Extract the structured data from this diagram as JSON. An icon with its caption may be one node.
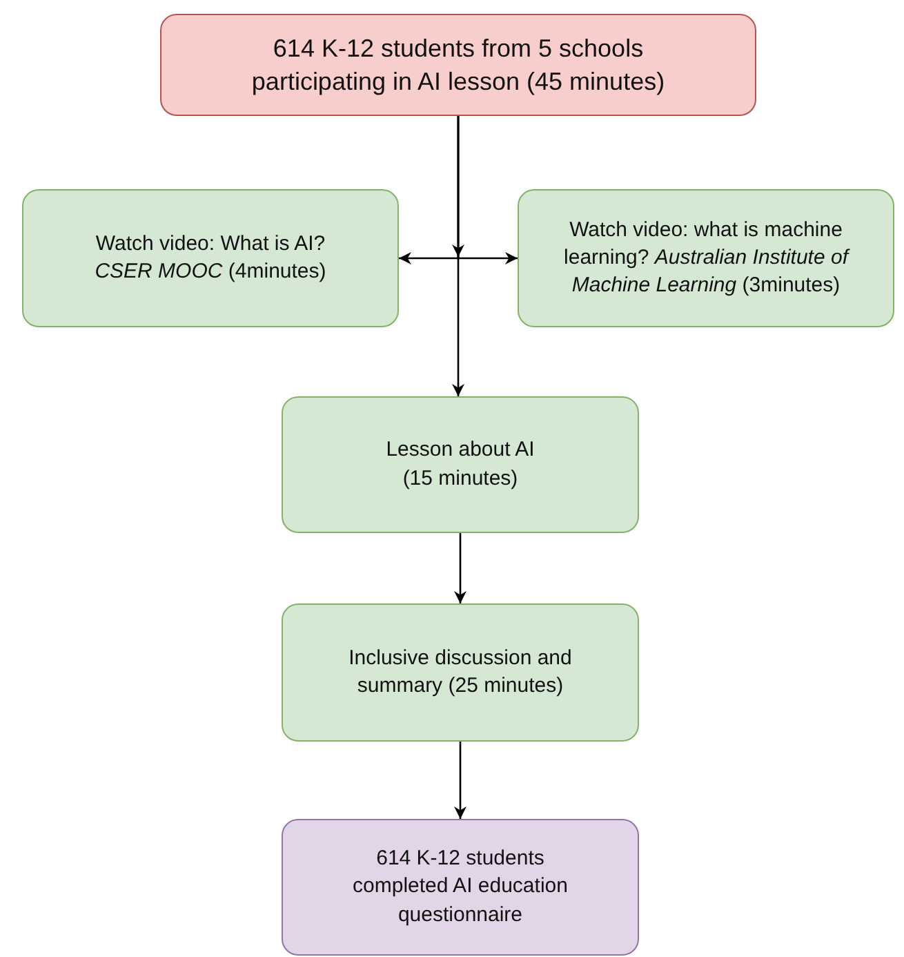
{
  "diagram": {
    "nodes": [
      {
        "text": [
          "614 K-12 students from 5 schools participating in AI lesson (45 minutes)"
        ]
      },
      {
        "text": [
          "Watch video: What is AI? *CSER MOOC* (4minutes)"
        ]
      },
      {
        "text": [
          "Watch video: what is machine learning? *Australian Institute of Machine Learning* (3minutes)"
        ]
      },
      {
        "text": [
          "Lesson about AI (15 minutes)"
        ]
      },
      {
        "text": [
          "Inclusive discussion and summary (25 minutes)"
        ]
      },
      {
        "text": [
          "614 K-12 students completed AI education questionnaire"
        ]
      }
    ],
    "edges": [
      {
        "from": 0,
        "to": 1,
        "arrow": "to"
      },
      {
        "from": 0,
        "to": 2,
        "arrow": "to"
      },
      {
        "from": 0,
        "to": 3,
        "arrow": "to"
      },
      {
        "from": 3,
        "to": 4,
        "arrow": "to"
      },
      {
        "from": 4,
        "to": 5,
        "arrow": "to"
      }
    ]
  }
}
